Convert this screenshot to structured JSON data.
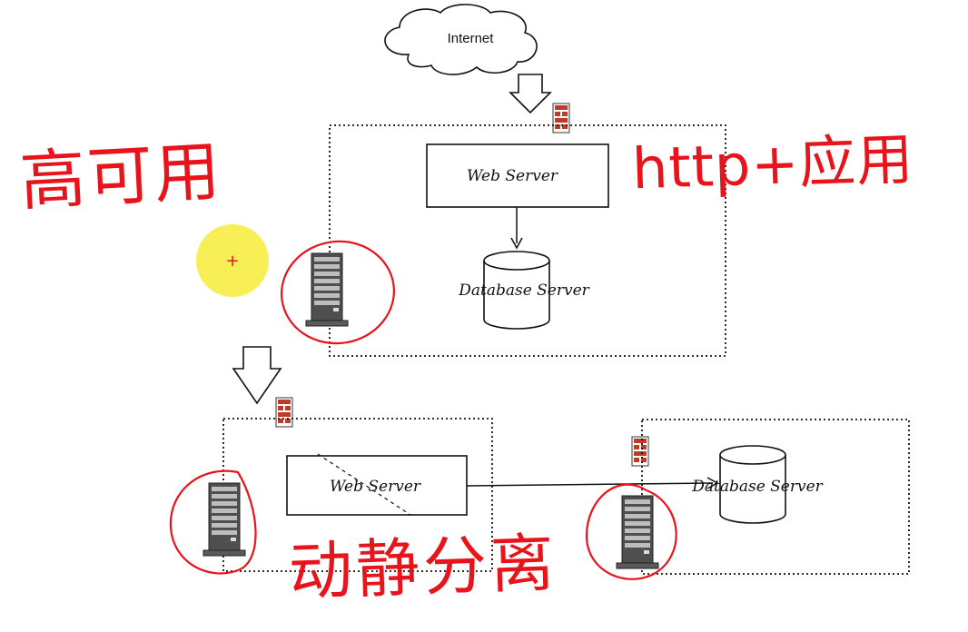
{
  "labels": {
    "internet": "Internet",
    "web_server_top": "Web Server",
    "database_server_top": "Database Server",
    "web_server_bottom": "Web Server",
    "database_server_bottom": "Database Server"
  },
  "annotations": {
    "high_availability": "高可用",
    "http_app": "http+应用",
    "dynamic_static_separation": "动静分离"
  },
  "colors": {
    "ink": "#111111",
    "annotation": "#e8141b",
    "cursor_highlight": "#f7ec3a",
    "firewall": "#c0392b",
    "server_body": "#6b6b6b"
  }
}
